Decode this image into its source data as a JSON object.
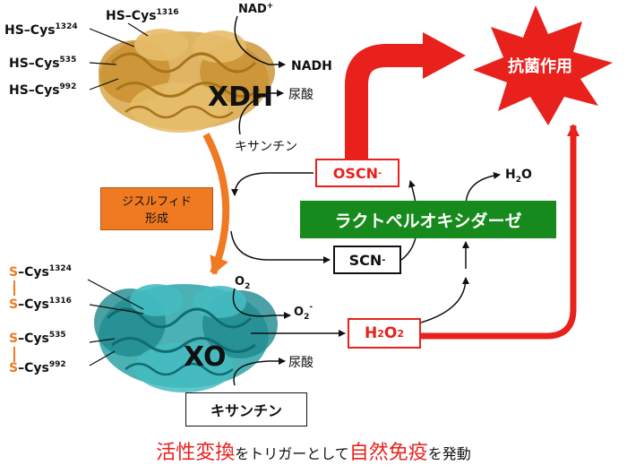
{
  "xdh": {
    "label": "XDH",
    "cys_labels": [
      "HS–Cys",
      "HS–Cys",
      "HS–Cys",
      "HS–Cys"
    ],
    "cys_numbers": [
      "1324",
      "1316",
      "535",
      "992"
    ],
    "nad": "NAD",
    "nad_sup": "+",
    "nadh": "NADH",
    "uric_acid": "尿酸",
    "xanthine": "キサンチン"
  },
  "xo": {
    "label": "XO",
    "s_letter": "S",
    "cys_labels": [
      "–Cys",
      "–Cys",
      "–Cys",
      "–Cys"
    ],
    "cys_numbers": [
      "1324",
      "1316",
      "535",
      "992"
    ],
    "o2": "O",
    "o2_sub": "2",
    "o2minus": "O",
    "o2minus_sub": "2",
    "o2minus_sup": "-",
    "uric_acid": "尿酸",
    "xanthine": "キサンチン"
  },
  "disulfide_box": {
    "line1": "ジスルフィド",
    "line2": "形成"
  },
  "lpo": "ラクトペルオキシダーゼ",
  "oscn": {
    "text": "OSCN",
    "sup": "-"
  },
  "scn": {
    "text": "SCN",
    "sup": "-"
  },
  "h2o": {
    "h": "H",
    "sub": "2",
    "o": "O"
  },
  "h2o2": {
    "h": "H",
    "sub1": "2",
    "o": "O",
    "sub2": "2"
  },
  "antibacterial": "抗菌作用",
  "footer": {
    "part1": "活性変換",
    "part2": "をトリガーとして",
    "part3": "自然免疫",
    "part4": "を発動"
  },
  "colors": {
    "xdh_protein": "#d9a84a",
    "xo_protein": "#2aa3a8",
    "red": "#e8211d",
    "orange": "#f07a22",
    "green": "#178a1e",
    "disulfide_box_bg": "#f07a22"
  }
}
